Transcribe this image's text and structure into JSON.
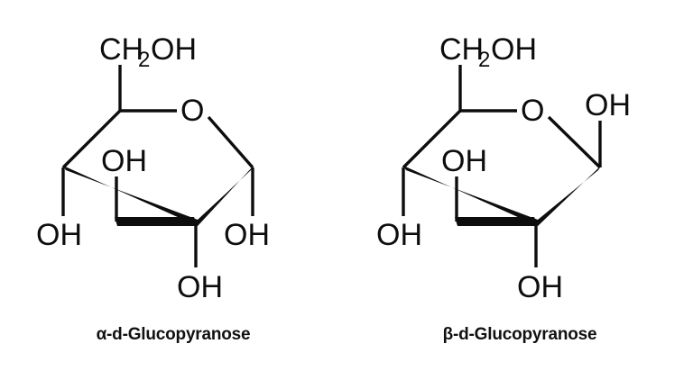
{
  "figure": {
    "background_color": "#ffffff",
    "ink_color": "#0d0d0d",
    "type": "chemical-structure-diagram",
    "projection": "Haworth",
    "structure_count": 2
  },
  "structures": [
    {
      "id": "alpha-d-glucopyranose",
      "caption": "α-d-Glucopyranose",
      "anomeric_configuration": "alpha",
      "anomeric_oh_direction": "down",
      "labels": {
        "c6_group": "CH",
        "c6_subscript": "2",
        "c6_group_tail": "OH",
        "ring_oxygen": "O",
        "c4_hydroxyl": "OH",
        "c3_hydroxyl": "OH",
        "c2_hydroxyl": "OH",
        "c1_hydroxyl": "OH"
      }
    },
    {
      "id": "beta-d-glucopyranose",
      "caption": "β-d-Glucopyranose",
      "anomeric_configuration": "beta",
      "anomeric_oh_direction": "up",
      "labels": {
        "c6_group": "CH",
        "c6_subscript": "2",
        "c6_group_tail": "OH",
        "ring_oxygen": "O",
        "c4_hydroxyl": "OH",
        "c3_hydroxyl": "OH",
        "c2_hydroxyl": "OH",
        "c1_hydroxyl": "OH"
      }
    }
  ],
  "chart_data": {
    "type": "diagram",
    "title": "",
    "subtype": "Haworth projection pair",
    "items": [
      {
        "name": "α-d-Glucopyranose",
        "ring": "pyranose (6-membered, 5 carbons + 1 oxygen)",
        "substituents": {
          "C1": "OH down (axial, alpha)",
          "C2": "OH down",
          "C3": "OH up",
          "C4": "OH down",
          "C5": "CH2OH up"
        }
      },
      {
        "name": "β-d-Glucopyranose",
        "ring": "pyranose (6-membered, 5 carbons + 1 oxygen)",
        "substituents": {
          "C1": "OH up (equatorial, beta)",
          "C2": "OH down",
          "C3": "OH up",
          "C4": "OH down",
          "C5": "CH2OH up"
        }
      }
    ]
  }
}
